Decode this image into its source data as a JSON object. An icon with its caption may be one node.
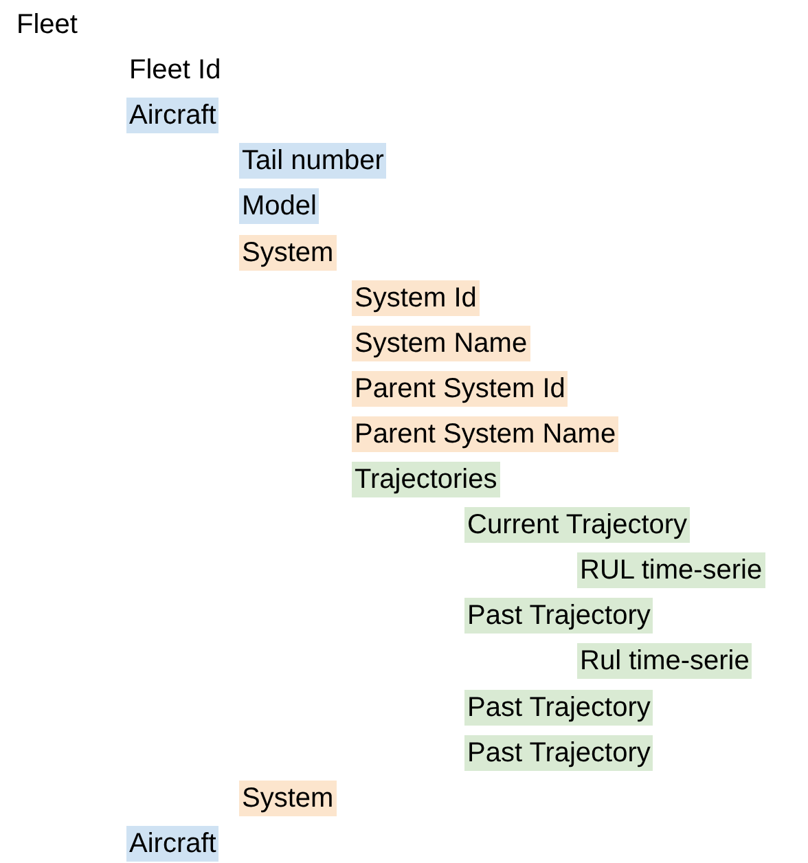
{
  "diagram": {
    "nodes": [
      {
        "text": [
          "Aircraft"
        ]
      },
      {
        "text": [
          "Tail number"
        ]
      },
      {
        "text": [
          "Model"
        ]
      },
      {
        "text": [
          "System"
        ]
      },
      {
        "text": [
          "System Id"
        ]
      },
      {
        "text": [
          "System Name"
        ]
      },
      {
        "text": [
          "Parent System Id"
        ]
      },
      {
        "text": [
          "Parent System Name"
        ]
      },
      {
        "text": [
          "Trajectories"
        ]
      },
      {
        "text": [
          "Current Trajectory"
        ]
      },
      {
        "text": [
          "RUL time-serie"
        ]
      },
      {
        "text": [
          "Past Trajectory"
        ]
      },
      {
        "text": [
          "Rul time-serie"
        ]
      },
      {
        "text": [
          "Past Trajectory"
        ]
      },
      {
        "text": [
          "Past Trajectory"
        ]
      },
      {
        "text": [
          "System"
        ]
      },
      {
        "text": [
          "Aircraft"
        ]
      }
    ],
    "labels": [
      "Fleet",
      "Fleet Id"
    ]
  }
}
